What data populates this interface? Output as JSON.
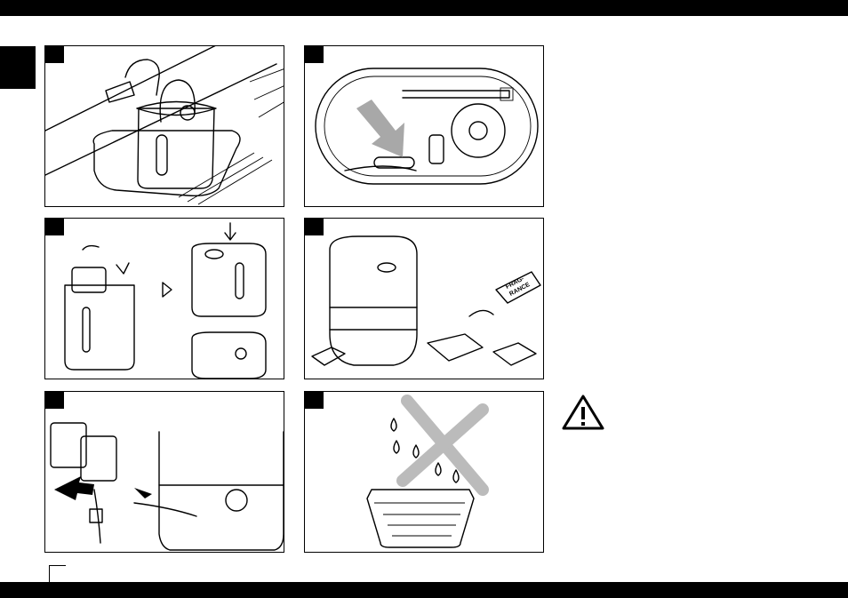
{
  "page": {
    "number": ""
  },
  "panels": [
    {
      "id": "1",
      "number": "",
      "description": "tank-under-faucet"
    },
    {
      "id": "2",
      "number": "",
      "description": "tank-bottom-view"
    },
    {
      "id": "3",
      "number": "",
      "description": "assemble-tank-on-base"
    },
    {
      "id": "4",
      "number": "",
      "description": "fragrance-insert"
    },
    {
      "id": "5",
      "number": "",
      "description": "plug-in-adapter"
    },
    {
      "id": "6",
      "number": "",
      "description": "do-not-wet-tray"
    }
  ],
  "illustration_text": {
    "fragrance_label_1": "FRAG-",
    "fragrance_label_2": "RANCE"
  },
  "icons": {
    "warning": "warning-triangle-icon"
  }
}
